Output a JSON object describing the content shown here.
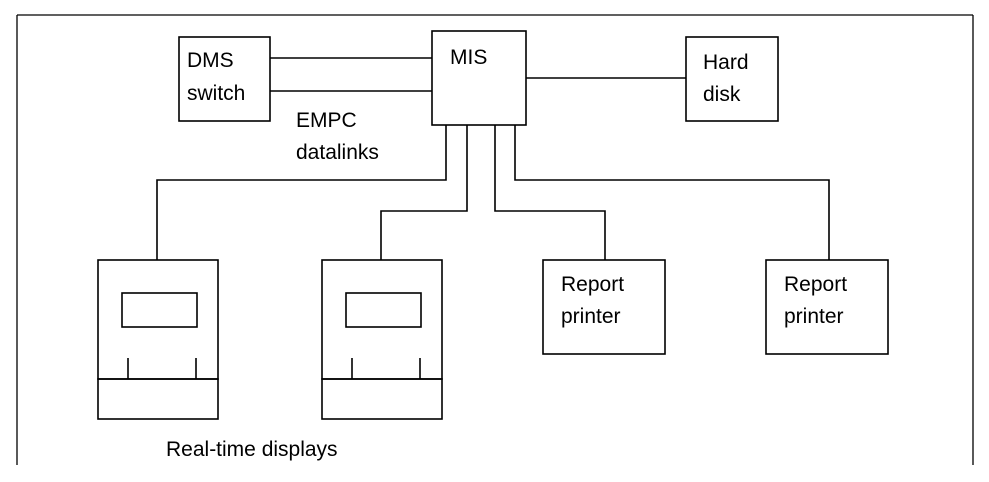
{
  "diagram": {
    "nodes": {
      "dms": {
        "line1": "DMS",
        "line2": "switch"
      },
      "mis": {
        "label": "MIS"
      },
      "hard_disk": {
        "line1": "Hard",
        "line2": "disk"
      },
      "printer_1": {
        "line1": "Report",
        "line2": "printer"
      },
      "printer_2": {
        "line1": "Report",
        "line2": "printer"
      }
    },
    "link_label": {
      "line1": "EMPC",
      "line2": "datalinks"
    },
    "caption": "Real-time displays",
    "connections": [
      {
        "from": "dms",
        "to": "mis",
        "label": "EMPC datalinks",
        "count": 2
      },
      {
        "from": "mis",
        "to": "hard_disk"
      },
      {
        "from": "mis",
        "to": "display_1"
      },
      {
        "from": "mis",
        "to": "display_2"
      },
      {
        "from": "mis",
        "to": "printer_1"
      },
      {
        "from": "mis",
        "to": "printer_2"
      }
    ]
  }
}
